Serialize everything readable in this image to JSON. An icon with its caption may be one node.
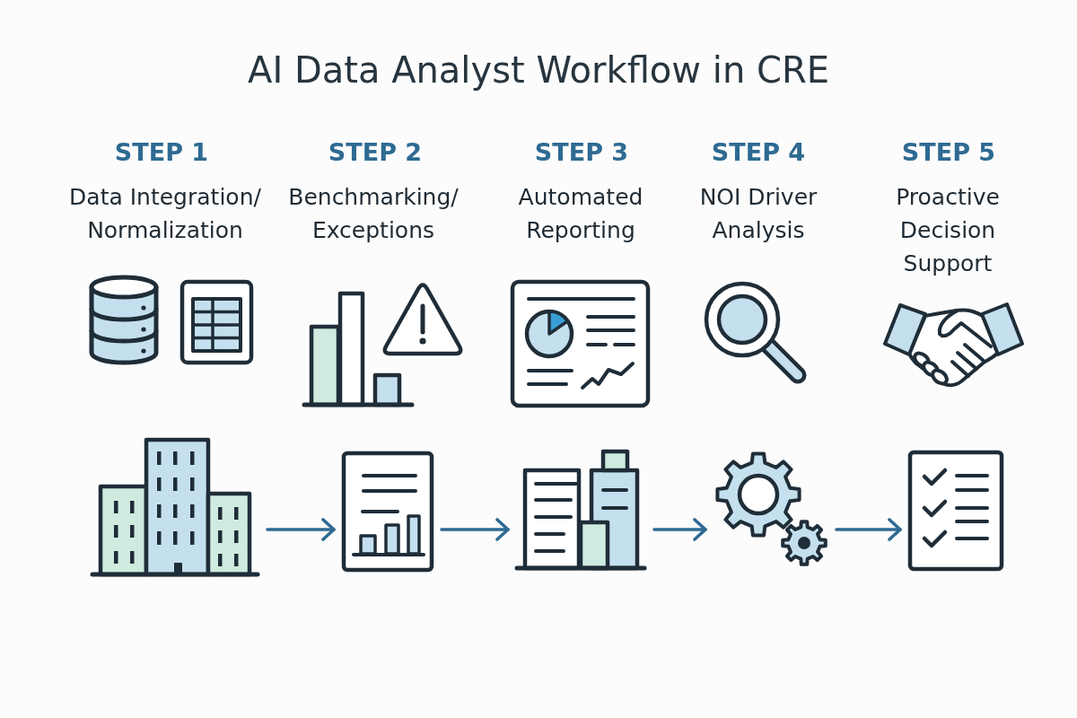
{
  "diagram": {
    "title": "AI Data Analyst Workflow in CRE",
    "nodes": [
      {
        "text": [],
        "shape": "picture"
      },
      {
        "text": [],
        "shape": "picture"
      },
      {
        "text": [],
        "shape": "picture"
      },
      {
        "text": [],
        "shape": "picture"
      },
      {
        "text": [],
        "shape": "picture"
      }
    ],
    "edges": [
      {
        "from": 0,
        "to": 1,
        "arrow": "to"
      },
      {
        "from": 1,
        "to": 2,
        "arrow": "to"
      },
      {
        "from": 2,
        "to": 3,
        "arrow": "to"
      },
      {
        "from": 3,
        "to": 4,
        "arrow": "to"
      }
    ],
    "labels": [
      "STEP 1",
      "Data Integration/ Normalization",
      "STEP 2",
      "Benchmarking/ Exceptions",
      "STEP 3",
      "Automated Reporting",
      "STEP 4",
      "NOI Driver Analysis",
      "STEP 5",
      "Proactive Decision Support"
    ]
  }
}
